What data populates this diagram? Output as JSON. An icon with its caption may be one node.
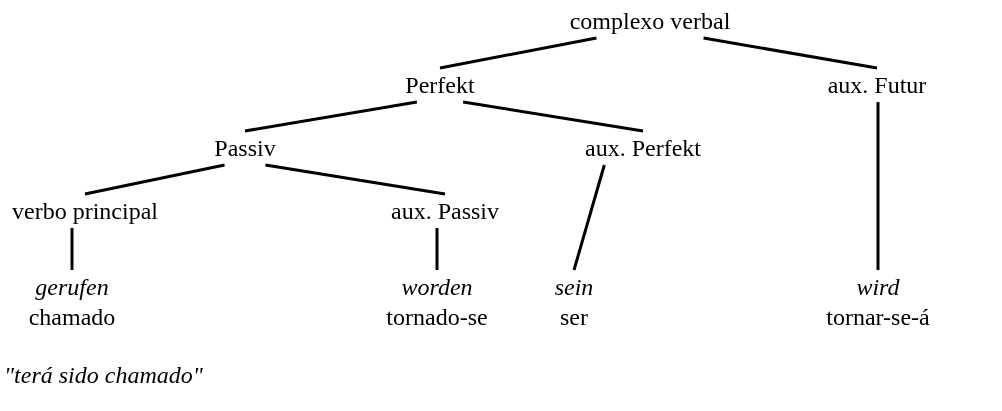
{
  "diagram": {
    "nodes": [
      {
        "text": [
          "complexo verbal"
        ]
      },
      {
        "text": [
          "Perfekt"
        ]
      },
      {
        "text": [
          "aux. Futur"
        ]
      },
      {
        "text": [
          "Passiv"
        ]
      },
      {
        "text": [
          "aux. Perfekt"
        ]
      },
      {
        "text": [
          "verbo principal"
        ]
      },
      {
        "text": [
          "aux. Passiv"
        ]
      },
      {
        "text": [
          "gerufen",
          "chamado"
        ]
      },
      {
        "text": [
          "worden",
          "tornado-se"
        ]
      },
      {
        "text": [
          "sein",
          "ser"
        ]
      },
      {
        "text": [
          "wird",
          "tornar-se-á"
        ]
      }
    ],
    "edges": [
      {
        "from": 0,
        "to": 1,
        "arrow": "none"
      },
      {
        "from": 0,
        "to": 2,
        "arrow": "none"
      },
      {
        "from": 1,
        "to": 3,
        "arrow": "none"
      },
      {
        "from": 1,
        "to": 4,
        "arrow": "none"
      },
      {
        "from": 3,
        "to": 5,
        "arrow": "none"
      },
      {
        "from": 3,
        "to": 6,
        "arrow": "none"
      },
      {
        "from": 5,
        "to": 7,
        "arrow": "none"
      },
      {
        "from": 6,
        "to": 8,
        "arrow": "none"
      },
      {
        "from": 4,
        "to": 9,
        "arrow": "none"
      },
      {
        "from": 2,
        "to": 10,
        "arrow": "none"
      }
    ],
    "labels": [
      "\"terá sido chamado\""
    ]
  }
}
